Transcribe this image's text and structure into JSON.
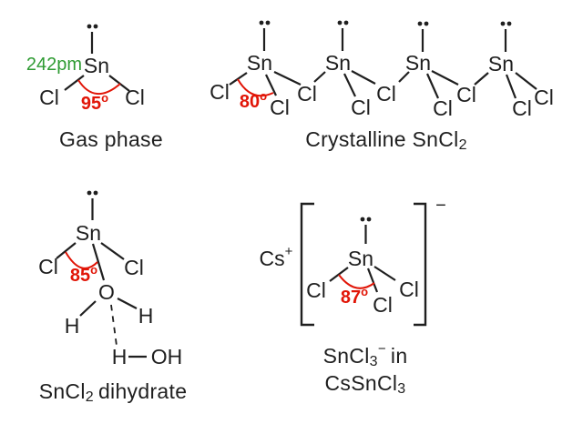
{
  "figure": {
    "background": "#ffffff",
    "ink_color": "#1f1f1f",
    "angle_red": "#e11507",
    "bond_length_green": "#2f9b33"
  },
  "atoms": {
    "tin": "Sn",
    "chlorine": "Cl",
    "oxygen": "O",
    "hydrogen": "H",
    "hydroxyl": "OH"
  },
  "gas_phase": {
    "bond_length": "242pm",
    "angle_value": "95",
    "degree": "o",
    "caption": "Gas phase"
  },
  "crystalline": {
    "angle_value": "80",
    "degree": "o",
    "caption_main": "Crystalline SnCl",
    "caption_sub": "2"
  },
  "dihydrate": {
    "angle_value": "85",
    "degree": "o",
    "caption_pre": "SnCl",
    "caption_sub": "2",
    "caption_post": "dihydrate"
  },
  "cesium_salt": {
    "cation": "Cs",
    "cation_charge": "+",
    "anion_charge": "−",
    "angle_value": "87",
    "degree": "o",
    "caption_line1_pre": "SnCl",
    "caption_line1_sub": "3",
    "caption_line1_sup": "−",
    "caption_line1_post": "in",
    "caption_line2_main": "CsSnCl",
    "caption_line2_sub": "3"
  }
}
